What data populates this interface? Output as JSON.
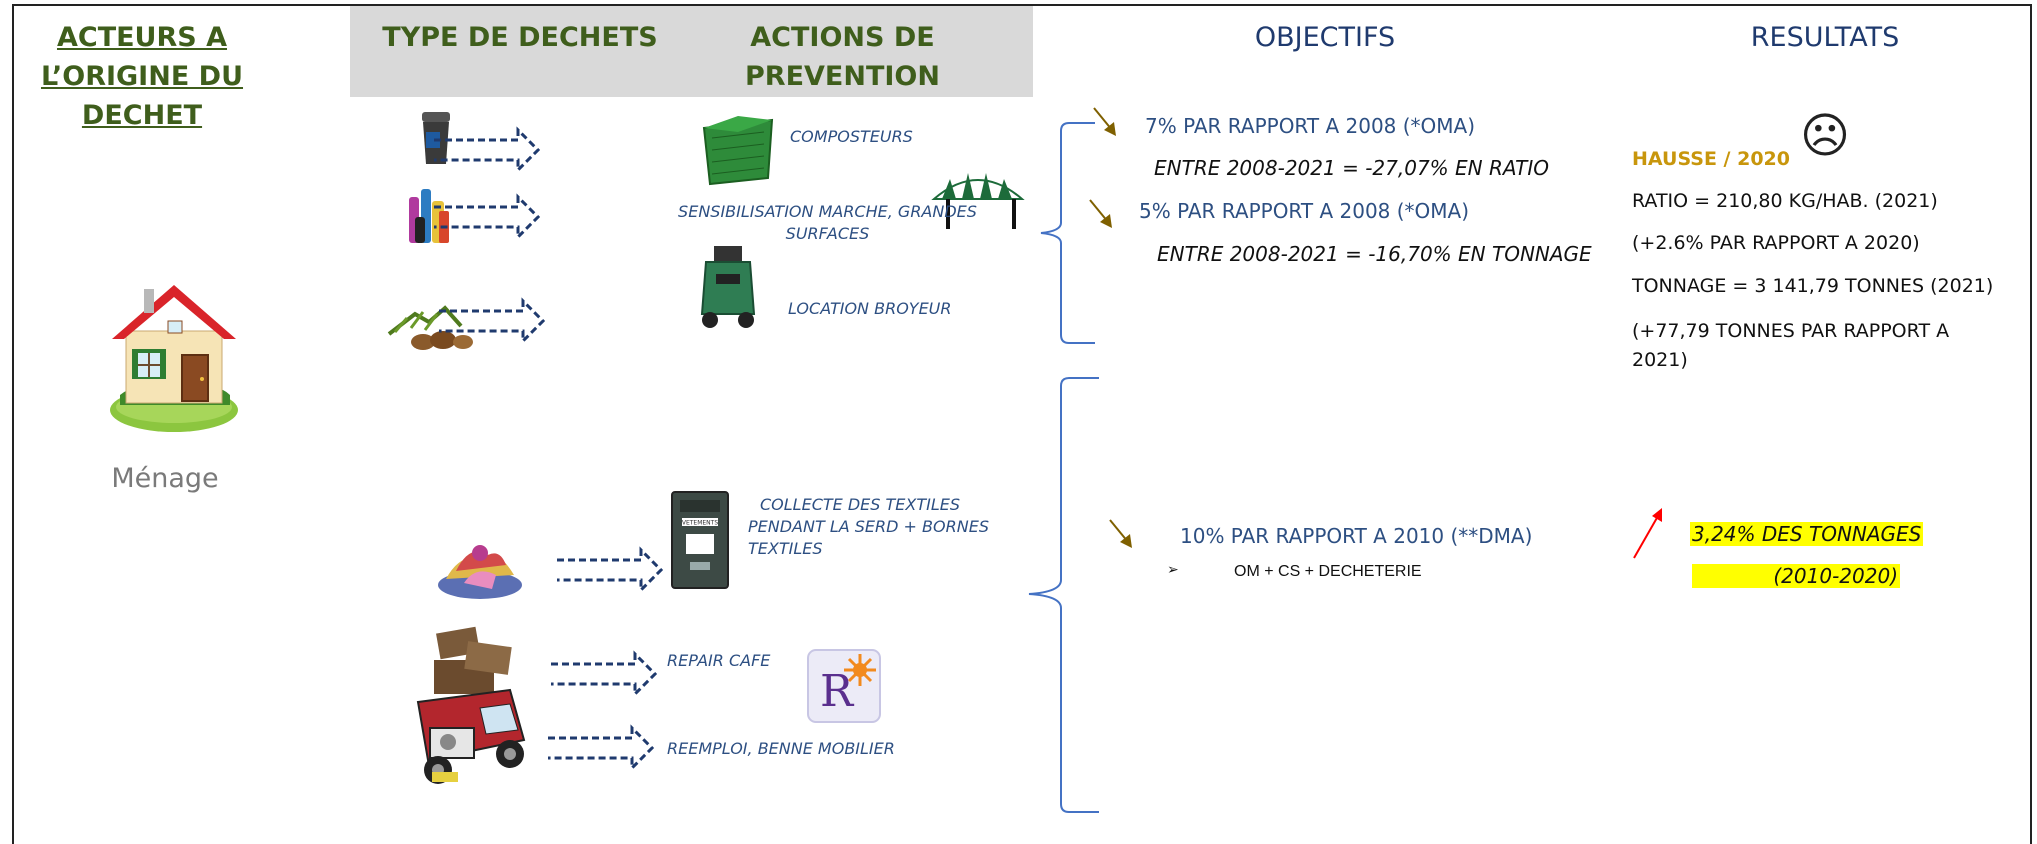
{
  "headers": {
    "acteurs": "ACTEURS A L’ORIGINE DU DECHET",
    "type": "TYPE DE DECHETS",
    "actions": "ACTIONS DE PREVENTION",
    "objectifs": "OBJECTIFS",
    "resultats": "RESULTATS"
  },
  "acteur": {
    "label": "Ménage"
  },
  "actions": {
    "composteurs": "COMPOSTEURS",
    "sensibilisation": "SENSIBILISATION MARCHE, GRANDES SURFACES",
    "broyeur": "LOCATION BROYEUR",
    "textiles": "COLLECTE DES TEXTILES PENDANT LA SERD + BORNES TEXTILES",
    "repair": "REPAIR CAFE",
    "reemploi": "REEMPLOI, BENNE MOBILIER",
    "vetements_sign": "VETEMENTS"
  },
  "objectifs": {
    "obj1": "7% PAR RAPPORT A 2008 (*OMA)",
    "obj1_detail": "ENTRE 2008-2021 = -27,07% EN RATIO",
    "obj2": "5% PAR RAPPORT A 2008 (*OMA)",
    "obj2_detail": "ENTRE 2008-2021 = -16,70% EN TONNAGE",
    "obj3": "10% PAR RAPPORT A 2010 (**DMA)",
    "obj3_bullet": "OM + CS + DECHETERIE"
  },
  "resultats": {
    "hausse": "HAUSSE / 2020",
    "smiley": "☹",
    "ratio": "RATIO = 210,80 KG/HAB. (2021)",
    "ratio_var": "(+2.6% PAR RAPPORT A 2020)",
    "tonnage": "TONNAGE = 3 141,79 TONNES (2021)",
    "tonnage_var": "(+77,79 TONNES PAR RAPPORT A 2021)",
    "tonnages_pct": "3,24% DES TONNAGES",
    "tonnages_period": "(2010-2020)"
  },
  "colors": {
    "header_green": "#3f5e1c",
    "header_navy": "#1f3a6e",
    "action_blue": "#2d4f82",
    "hausse_gold": "#c8960c",
    "highlight": "#ffff00",
    "bracket_blue": "#4472c4",
    "down_arrow": "#7f6000",
    "up_arrow": "#ff0000"
  },
  "icons": [
    "trash-bin-icon",
    "bottles-icon",
    "green-waste-icon",
    "house-icon",
    "composter-icon",
    "market-tent-icon",
    "shredder-icon",
    "clothes-pile-icon",
    "textile-container-icon",
    "car-loaded-icon",
    "repair-cafe-logo-icon",
    "dashed-arrow-icon",
    "bracket-icon",
    "down-arrow-icon",
    "up-arrow-icon",
    "sad-face-icon"
  ]
}
